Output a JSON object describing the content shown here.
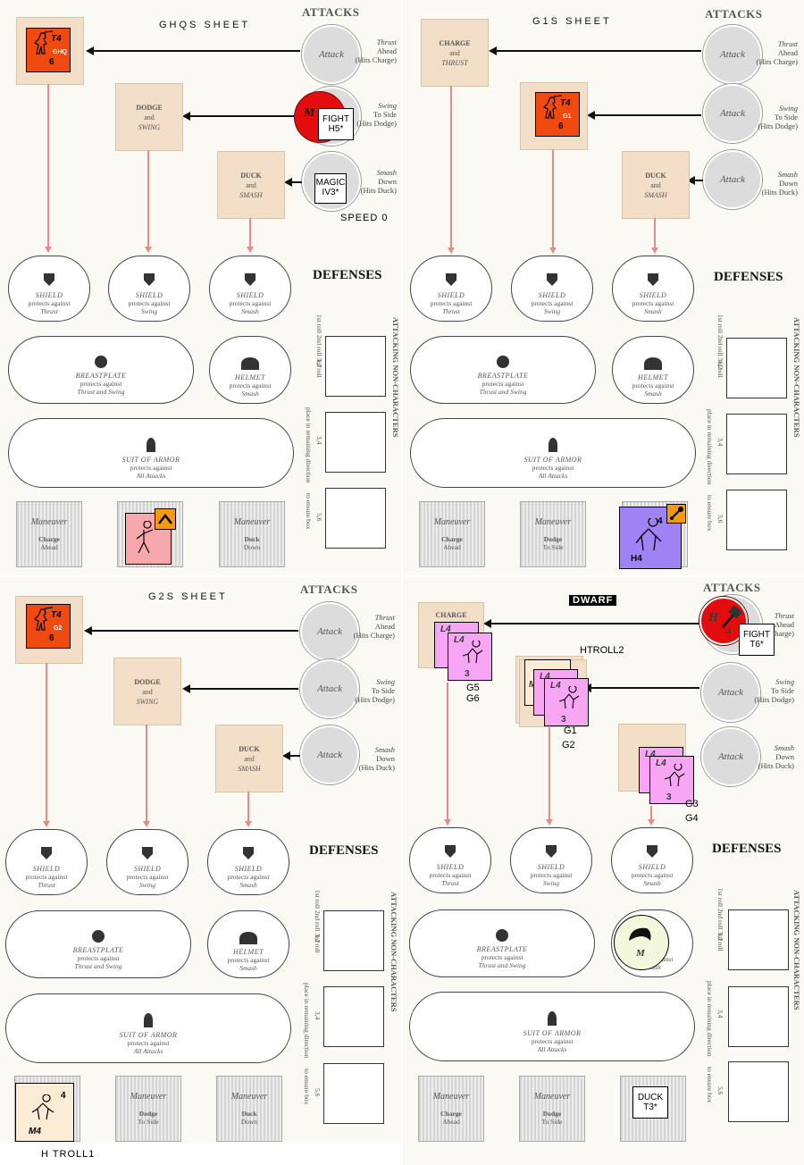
{
  "sheets": [
    {
      "title": "GHQS   SHEET",
      "attacks_header": "ATTACKS",
      "defenses_header": "DEFENSES",
      "side_header": "ATTACKING NON-CHARACTERS",
      "speed": "SPEED 0",
      "counters": {
        "main": {
          "code": "T4",
          "num": "6",
          "label": "GHQ"
        },
        "fight": "FIGHT\nH5*",
        "magic": "MAGIC\nIV3*"
      }
    },
    {
      "title": "G1S   SHEET",
      "attacks_header": "ATTACKS",
      "defenses_header": "DEFENSES",
      "side_header": "ATTACKING NON-CHARACTERS",
      "counters": {
        "main": {
          "code": "T4",
          "num": "6",
          "label": "G1"
        },
        "monster": "H4",
        "monster_num": "4"
      }
    },
    {
      "title": "G2S   SHEET",
      "attacks_header": "ATTACKS",
      "defenses_header": "DEFENSES",
      "side_header": "ATTACKING NON-CHARACTERS",
      "counters": {
        "main": {
          "code": "T4",
          "num": "6",
          "label": "G2"
        },
        "monster": "M4",
        "monster_num": "4"
      }
    },
    {
      "title": "DWARF",
      "attacks_header": "ATTACKS",
      "defenses_header": "DEFENSES",
      "side_header": "ATTACKING NON-CHARACTERS",
      "counters": {
        "fight": "FIGHT\nT6*",
        "duck": "DUCK\nT3*",
        "hammer": "H",
        "hammer_num": "4",
        "helmet_m": "M",
        "goblin": "L4",
        "goblin_num": "3"
      },
      "labels": {
        "htroll2": "HTROLL2",
        "g5": "G5",
        "g6": "G6",
        "g1": "G1",
        "g2": "G2",
        "g3": "G3",
        "g4": "G4"
      }
    }
  ],
  "footer_label": "H TROLL1",
  "text": {
    "attack": "Attack",
    "thrust_desc": [
      "Thrust",
      "Ahead",
      "(Hits Charge)"
    ],
    "swing_desc": [
      "Swing",
      "To Side",
      "(Hits Dodge)"
    ],
    "smash_desc": [
      "Smash",
      "Down",
      "(Hits Duck)"
    ],
    "charge": [
      "CHARGE",
      "and",
      "THRUST"
    ],
    "dodge": [
      "DODGE",
      "and",
      "SWING"
    ],
    "duck": [
      "DUCK",
      "and",
      "SMASH"
    ],
    "shield": "SHIELD",
    "protects": "protects against",
    "thrust": "Thrust",
    "swing": "Swing",
    "smash": "Smash",
    "breastplate": "BREASTPLATE",
    "thrust_swing": "Thrust and Swing",
    "helmet": "HELMET",
    "suit": "SUIT OF ARMOR",
    "all_attacks": "All Attacks",
    "maneuver": "Maneuver",
    "charge_ahead": [
      "Charge",
      "Ahead"
    ],
    "dodge_side": [
      "Dodge",
      "To Side"
    ],
    "duck_down": [
      "Duck",
      "Down"
    ],
    "rolls": [
      "1st roll",
      "2nd roll",
      "3rd roll"
    ],
    "r12": "1,2",
    "r34": "3,4",
    "r56": "5,6",
    "place": "place in remaining direction",
    "sure": "to ensure box"
  },
  "colors": {
    "orange": "#f04a10",
    "purple": "#9f82f3",
    "pink": "#f7a8ad",
    "violet": "#f6a6f3",
    "red": "#e40d0d"
  }
}
